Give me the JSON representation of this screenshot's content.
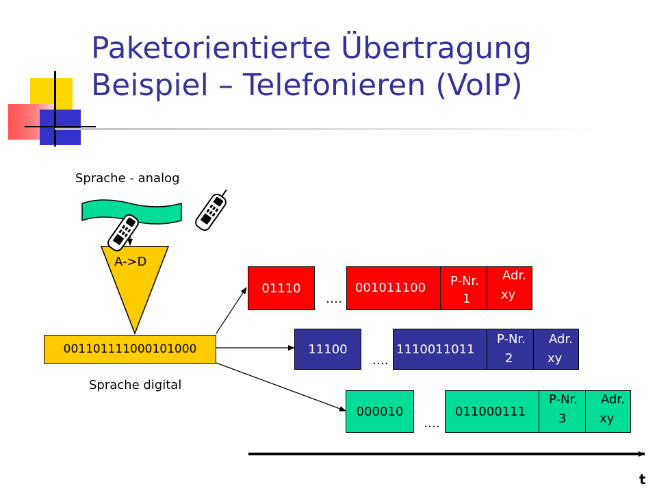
{
  "title": {
    "line1": "Paketorientierte Übertragung",
    "line2": "Beispiel – Telefonieren (VoIP)"
  },
  "labels": {
    "speech_analog": "Sprache - analog",
    "speech_digital": "Sprache digital",
    "converter": "A->D",
    "time_axis": "t",
    "ellipsis": "…."
  },
  "bitstream": "001101111000101000",
  "packets": [
    {
      "first_bits": "01110",
      "last_bits": "001011100",
      "packet_no_label": "P-Nr.",
      "packet_no": "1",
      "addr_label": "Adr.",
      "addr_value": "xy"
    },
    {
      "first_bits": "11100",
      "last_bits": "1110011011",
      "packet_no_label": "P-Nr.",
      "packet_no": "2",
      "addr_label": "Adr.",
      "addr_value": "xy"
    },
    {
      "first_bits": "000010",
      "last_bits": "011000111",
      "packet_no_label": "P-Nr.",
      "packet_no": "3",
      "addr_label": "Adr.",
      "addr_value": "xy"
    }
  ],
  "icons": [
    "phone-icon",
    "phone-icon",
    "analog-wave-icon",
    "slide-logo-icon"
  ],
  "colors": {
    "title": "#333399",
    "packet_1": "#ff0000",
    "packet_2": "#333399",
    "packet_3": "#00dd99",
    "bitstream": "#ffcc00",
    "converter": "#ffcc00",
    "wave": "#00dd99"
  }
}
